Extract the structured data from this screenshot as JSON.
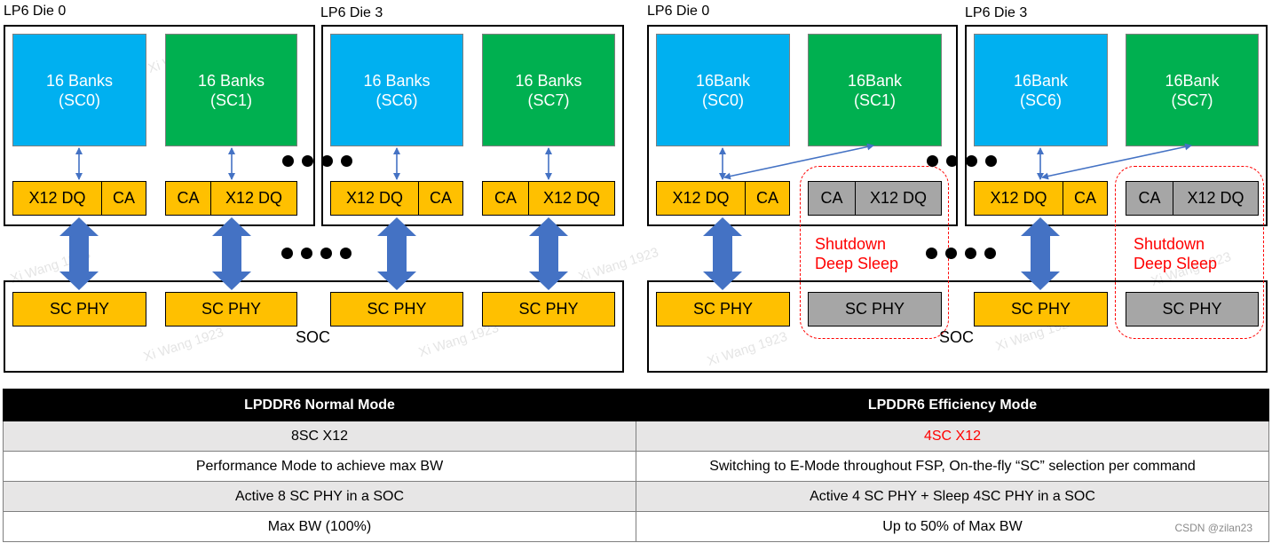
{
  "normal_mode": {
    "die_left_label": "LP6 Die 0",
    "die_right_label": "LP6 Die 3",
    "banks": [
      {
        "line1": "16 Banks",
        "line2": "(SC0)"
      },
      {
        "line1": "16 Banks",
        "line2": "(SC1)"
      },
      {
        "line1": "16 Banks",
        "line2": "(SC6)"
      },
      {
        "line1": "16 Banks",
        "line2": "(SC7)"
      }
    ],
    "ctrl": [
      {
        "a": "X12 DQ",
        "b": "CA"
      },
      {
        "a": "CA",
        "b": "X12 DQ"
      },
      {
        "a": "X12 DQ",
        "b": "CA"
      },
      {
        "a": "CA",
        "b": "X12 DQ"
      }
    ],
    "phy": [
      "SC PHY",
      "SC PHY",
      "SC PHY",
      "SC PHY"
    ],
    "soc_label": "SOC"
  },
  "efficiency_mode": {
    "die_left_label": "LP6 Die 0",
    "die_right_label": "LP6 Die 3",
    "banks": [
      {
        "line1": "16Bank",
        "line2": "(SC0)"
      },
      {
        "line1": "16Bank",
        "line2": "(SC1)"
      },
      {
        "line1": "16Bank",
        "line2": "(SC6)"
      },
      {
        "line1": "16Bank",
        "line2": "(SC7)"
      }
    ],
    "ctrl": [
      {
        "a": "X12 DQ",
        "b": "CA"
      },
      {
        "a": "CA",
        "b": "X12 DQ"
      },
      {
        "a": "X12 DQ",
        "b": "CA"
      },
      {
        "a": "CA",
        "b": "X12 DQ"
      }
    ],
    "phy": [
      "SC PHY",
      "SC PHY",
      "SC PHY",
      "SC PHY"
    ],
    "soc_label": "SOC",
    "shutdown_text": "Shutdown\nDeep Sleep"
  },
  "colors": {
    "bank_blue": "#00b0f0",
    "bank_green": "#00b050",
    "active_orange": "#ffc000",
    "sleep_gray": "#a6a6a6",
    "arrow_blue": "#4472c4",
    "shutdown_red": "#ff0000"
  },
  "table": {
    "headers": [
      "LPDDR6 Normal Mode",
      "LPDDR6 Efficiency Mode"
    ],
    "rows": [
      [
        "8SC X12",
        "4SC X12"
      ],
      [
        "Performance Mode to achieve max BW",
        "Switching to E-Mode throughout FSP, On-the-fly “SC” selection per command"
      ],
      [
        "Active 8 SC PHY in a SOC",
        "Active 4 SC PHY + Sleep 4SC PHY in a SOC"
      ],
      [
        "Max BW (100%)",
        "Up to 50% of Max BW"
      ]
    ]
  },
  "watermark_text": "Xi Wang 1923",
  "credit": "CSDN @zilan23"
}
